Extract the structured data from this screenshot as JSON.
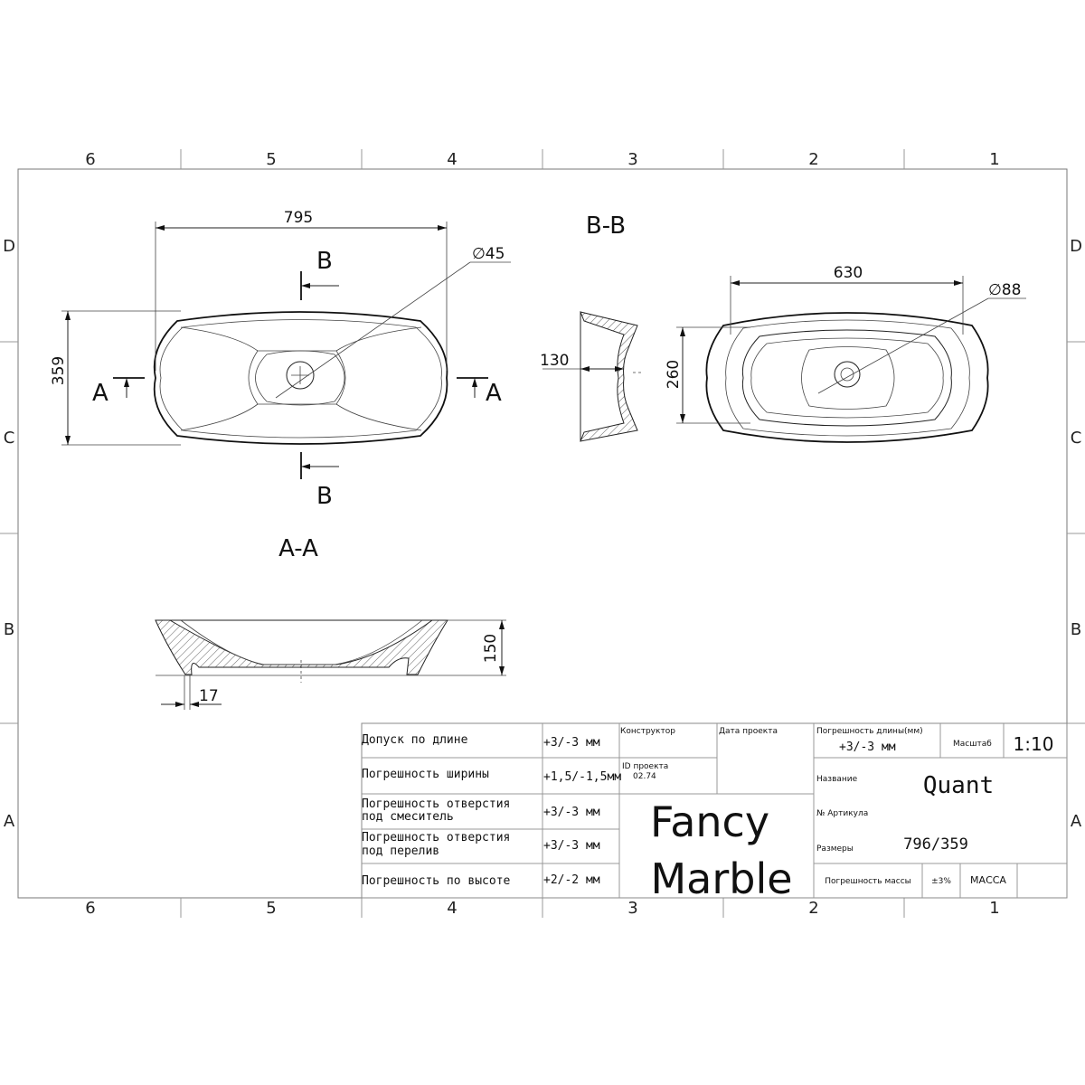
{
  "frame": {
    "columns": [
      "6",
      "5",
      "4",
      "3",
      "2",
      "1"
    ],
    "rows": [
      "D",
      "C",
      "B",
      "A"
    ]
  },
  "views": {
    "top_view": {
      "dim_length": "795",
      "dim_width": "359",
      "drain_dia": "∅45",
      "section_a": "A",
      "section_b": "B"
    },
    "section_bb": {
      "title": "B-B",
      "dim_depth": "130"
    },
    "inner_view": {
      "dim_length": "630",
      "dim_width": "260",
      "drain_dia": "∅88"
    },
    "section_aa": {
      "title": "A-A",
      "dim_height": "150",
      "dim_wall": "17"
    }
  },
  "title_block": {
    "tolerances": [
      {
        "label": "Допуск по длине",
        "value": "+3/-3 мм"
      },
      {
        "label": "Погрешность ширины",
        "value": "+1,5/-1,5мм"
      },
      {
        "label": "Погрешность отверстия",
        "label2": "под смеситель",
        "value": "+3/-3 мм"
      },
      {
        "label": "Погрешность отверстия",
        "label2": "под перелив",
        "value": "+3/-3 мм"
      },
      {
        "label": "Погрешность по высоте",
        "value": "+2/-2 мм"
      }
    ],
    "designer_label": "Конструктор",
    "date_label": "Дата проекта",
    "project_id_label": "ID проекта",
    "project_id": "02.74",
    "company_line1": "Fancy",
    "company_line2": "Marble",
    "length_tolerance_label": "Погрешность длины(мм)",
    "length_tolerance": "+3/-3 мм",
    "scale_label": "Масштаб",
    "scale": "1:10",
    "name_label": "Название",
    "name": "Quant",
    "article_label": "№ Артикула",
    "size_label": "Размеры",
    "size": "796/359",
    "mass_tolerance_label": "Погрешность массы",
    "mass_tolerance": "±3%",
    "mass_label": "МАССА"
  }
}
